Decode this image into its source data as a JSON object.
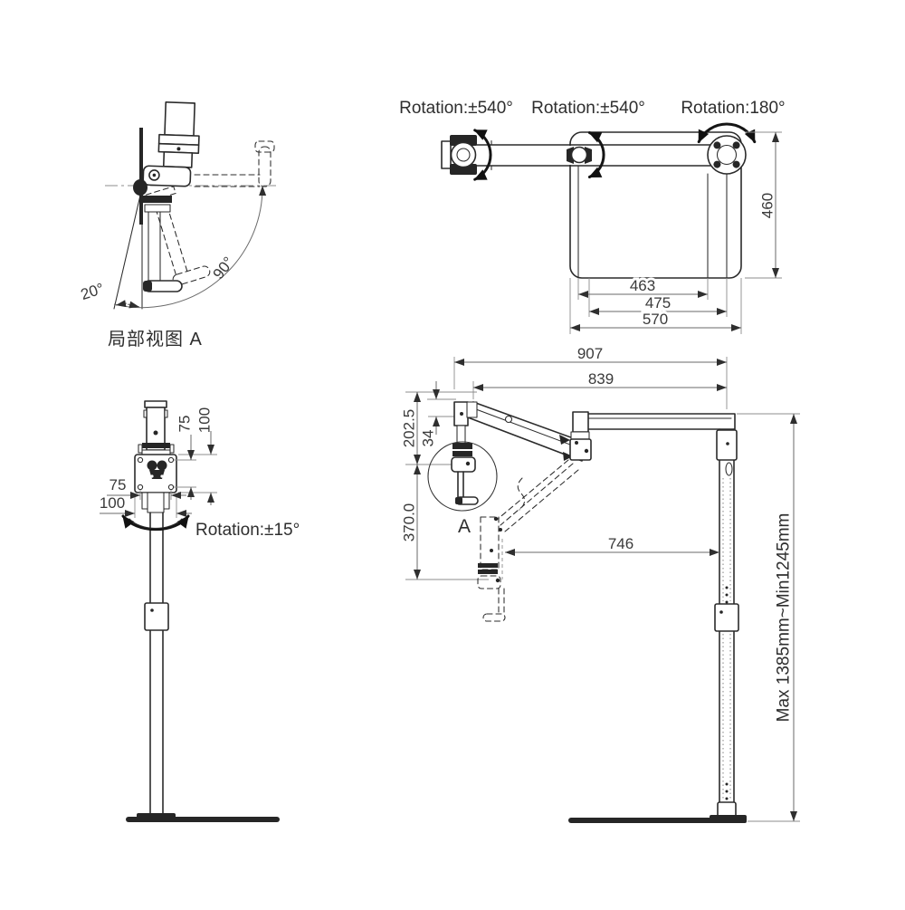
{
  "drawing": {
    "colors": {
      "ink": "#2b2b2b",
      "dimension_line": "#6a6a6a",
      "text": "#3a3a3a",
      "background": "#ffffff"
    },
    "detail_view": {
      "caption": "局部视图 A",
      "angle_tilt_back": "20°",
      "angle_tilt_range": "90°"
    },
    "top_view": {
      "rotation_labels": [
        "Rotation:±540°",
        "Rotation:±540°",
        "Rotation:180°"
      ],
      "dim_height": "460",
      "dim_width_inner": "463",
      "dim_width_mid": "475",
      "dim_width_outer": "570"
    },
    "front_view": {
      "dim_vesa_vertical_inner": "75",
      "dim_vesa_vertical_outer": "100",
      "dim_vesa_horizontal_inner": "75",
      "dim_vesa_horizontal_outer": "100",
      "rotation_label": "Rotation:±15°"
    },
    "side_view": {
      "dim_reach_total": "907",
      "dim_reach_arm": "839",
      "dim_upper_drop": "202.5",
      "dim_pivot_offset": "34",
      "dim_lower_drop": "370.0",
      "dim_arm_span": "746",
      "dim_height_range": "Max 1385mm~Min1245mm",
      "detail_marker": "A"
    }
  }
}
